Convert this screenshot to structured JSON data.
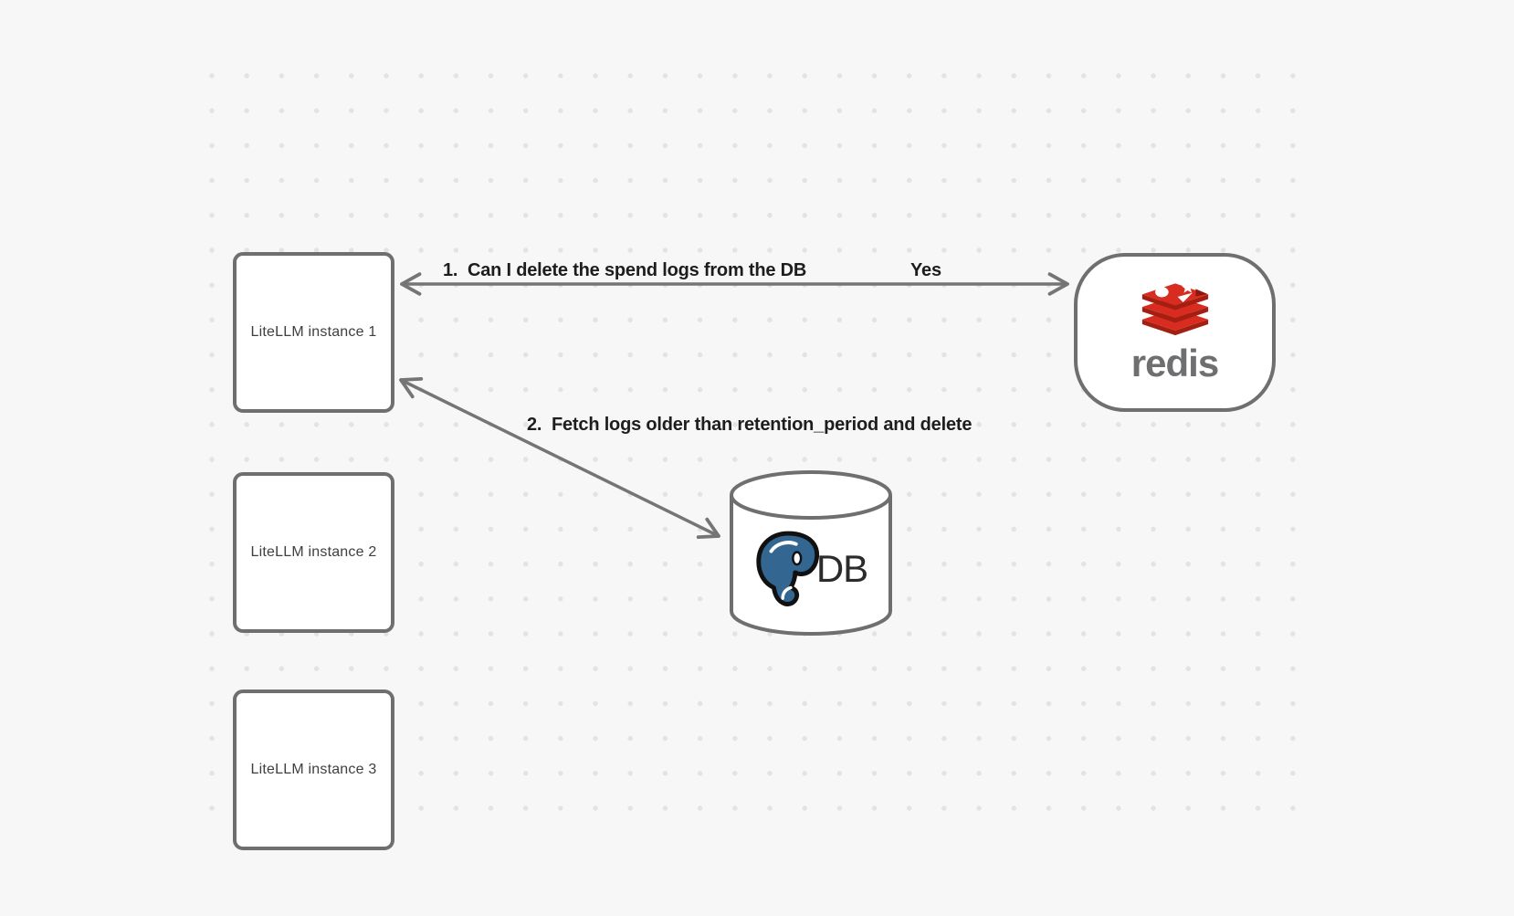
{
  "diagram": {
    "background": {
      "color": "#f7f7f7",
      "dot_color": "#e4e2e2"
    },
    "stroke_color": "#6f6f6f",
    "arrow_color": "#757575",
    "text_color": "#1d1d1d",
    "nodes": {
      "litellm_instances": [
        {
          "label": "LiteLLM instance 1"
        },
        {
          "label": "LiteLLM instance 2"
        },
        {
          "label": "LiteLLM instance 3"
        }
      ],
      "redis": {
        "label": "redis",
        "icon": "redis-logo-icon",
        "logo_red": "#d82c20",
        "logo_dark_red": "#a41e11",
        "wordmark_color": "#6d6f71"
      },
      "database": {
        "label": "DB",
        "icon": "postgresql-elephant-icon",
        "elephant_blue": "#336791"
      }
    },
    "annotations": {
      "step1": "1.  Can I delete the spend logs from the DB",
      "step1_answer": "Yes",
      "step2": "2.  Fetch logs older than retention_period and delete"
    }
  }
}
